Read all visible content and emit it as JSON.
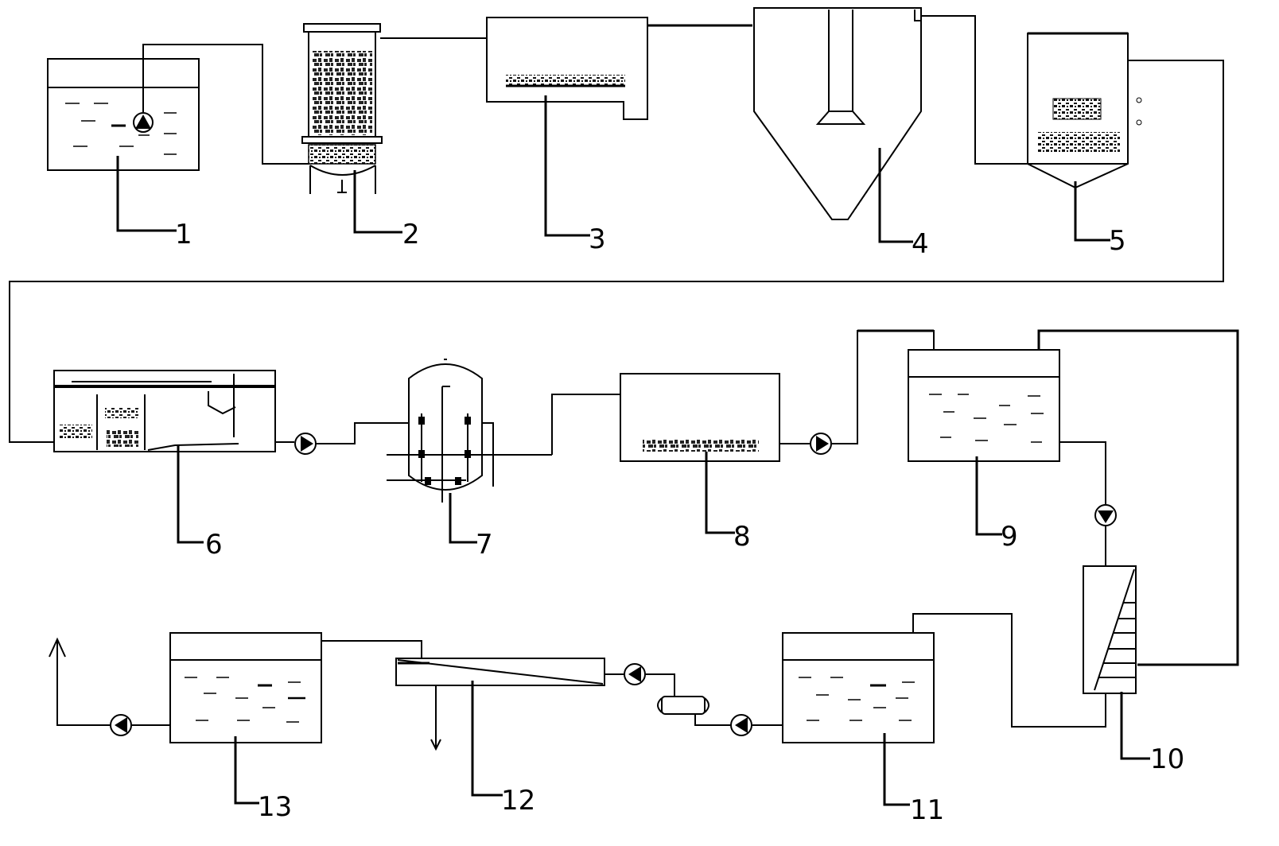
{
  "diagram": {
    "labels": {
      "unit1": "1",
      "unit2": "2",
      "unit3": "3",
      "unit4": "4",
      "unit5": "5",
      "unit6": "6",
      "unit7": "7",
      "unit8": "8",
      "unit9": "9",
      "unit10": "10",
      "unit11": "11",
      "unit12": "12",
      "unit13": "13"
    },
    "line_color": "#000000",
    "background": "#ffffff"
  }
}
